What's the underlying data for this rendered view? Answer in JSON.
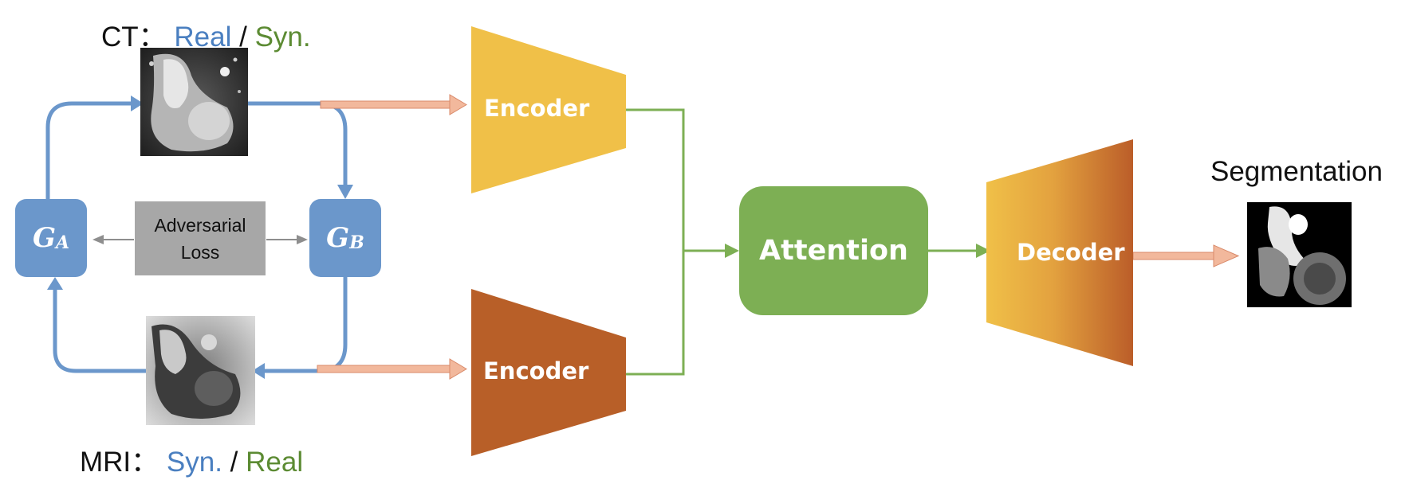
{
  "ct_header": {
    "prefix": "CT：",
    "real": "Real",
    "slash": "/",
    "syn": "Syn."
  },
  "mri_header": {
    "prefix": "MRI：",
    "syn": "Syn.",
    "slash": "/",
    "real": "Real"
  },
  "generators": {
    "a_main": "G",
    "a_sub": "A",
    "b_main": "G",
    "b_sub": "B"
  },
  "adversarial": {
    "line1": "Adversarial",
    "line2": "Loss"
  },
  "encoder_top": "Encoder",
  "encoder_bottom": "Encoder",
  "attention": "Attention",
  "decoder": "Decoder",
  "segmentation_title": "Segmentation",
  "colors": {
    "generator": "#6b97cb",
    "loop_arrow": "#6b97cb",
    "adversarial_box": "#a7a7a7",
    "encoder_ct": "#f0c048",
    "encoder_mri": "#b85f28",
    "attention": "#7daf54",
    "green_connector": "#7daf54",
    "feed_arrow": "#f2b89c",
    "label_blue": "#4a7fc0",
    "label_green": "#5c8b33"
  },
  "icons": [
    "ct-scan-image",
    "mri-scan-image",
    "segmentation-mask-image"
  ]
}
